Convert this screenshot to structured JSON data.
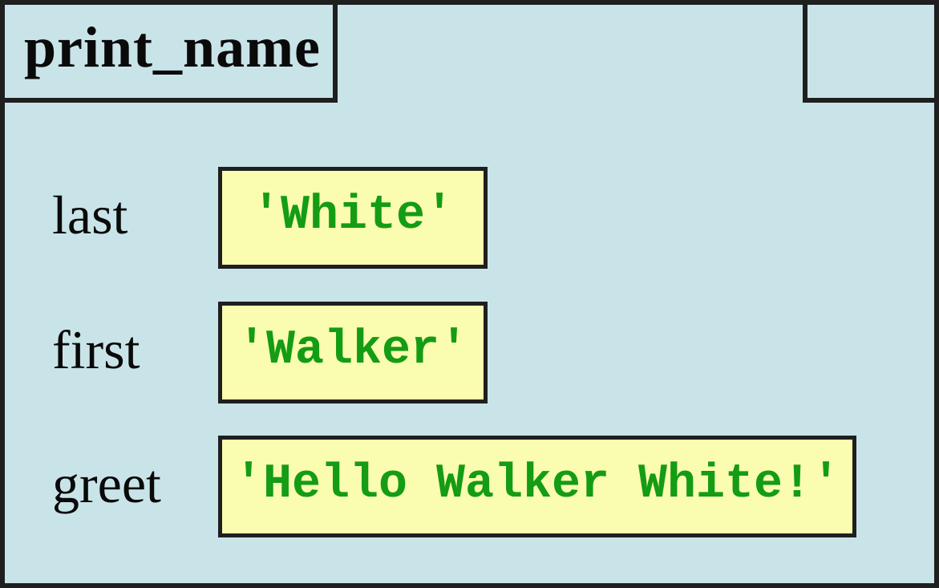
{
  "frame": {
    "title": "print_name",
    "variables": [
      {
        "name": "last",
        "value": "'White'"
      },
      {
        "name": "first",
        "value": "'Walker'"
      },
      {
        "name": "greet",
        "value": "'Hello Walker White!'"
      }
    ]
  },
  "colors": {
    "background": "#c9e4e8",
    "border": "#1f1f1f",
    "value_box_fill": "#fafcb0",
    "value_text": "#149c14",
    "label_text": "#0a0a0a"
  }
}
